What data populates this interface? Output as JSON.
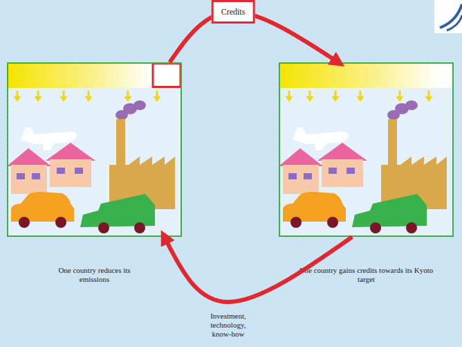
{
  "diagram": {
    "nodes": [
      {
        "text": [
          "One country reduces its emissions"
        ]
      },
      {
        "text": [
          "One country gains credits towards its Kyoto target"
        ]
      }
    ],
    "edges": [
      {
        "from": 0,
        "to": 1,
        "arrow": "to",
        "label": "Credits"
      },
      {
        "from": 1,
        "to": 0,
        "arrow": "to",
        "label": "Investment, technology, know-how"
      }
    ]
  }
}
